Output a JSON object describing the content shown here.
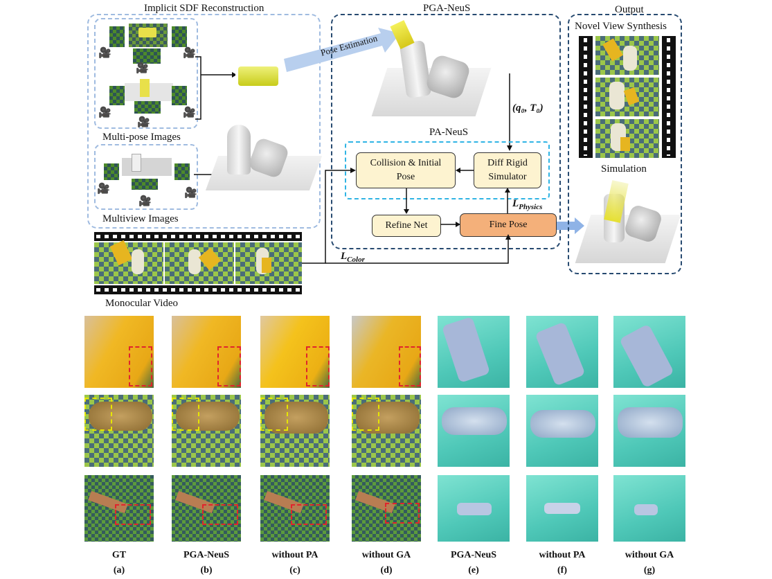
{
  "top": {
    "implicit_title": "Implicit SDF Reconstruction",
    "pga_title": "PGA-NeuS",
    "output_title": "Output",
    "novel_view": "Novel View Synthesis",
    "simulation": "Simulation",
    "multipose_label": "Multi-pose Images",
    "multiview_label": "Multiview Images",
    "monocular_label": "Monocular Video",
    "pose_estimation": "Pose Estimation",
    "pa_neus": "PA-NeuS",
    "collision_node": "Collision & Initial Pose",
    "diff_rigid_node": "Diff Rigid Simulator",
    "refine_node": "Refine Net",
    "fine_pose_node": "Fine Pose",
    "q0t0": "(q₀, T₀)",
    "l_physics": "L",
    "l_physics_sub": "Physics",
    "l_color": "L",
    "l_color_sub": "Color",
    "camera_icon": "movie-camera-icon"
  },
  "bottom": {
    "captions": [
      "GT",
      "PGA-NeuS",
      "without PA",
      "without GA",
      "PGA-NeuS",
      "without PA",
      "without GA"
    ],
    "sublabels": [
      "(a)",
      "(b)",
      "(c)",
      "(d)",
      "(e)",
      "(f)",
      "(g)"
    ]
  },
  "colors": {
    "dark_border": "#274a70",
    "light_border": "#9fbbe0",
    "cyan_border": "#2fb4e4",
    "node_fill": "#fdf3d0",
    "fine_pose_fill": "#f4b07a",
    "red_dashed": "#e0242c",
    "yellow_dashed": "#e6e600"
  }
}
